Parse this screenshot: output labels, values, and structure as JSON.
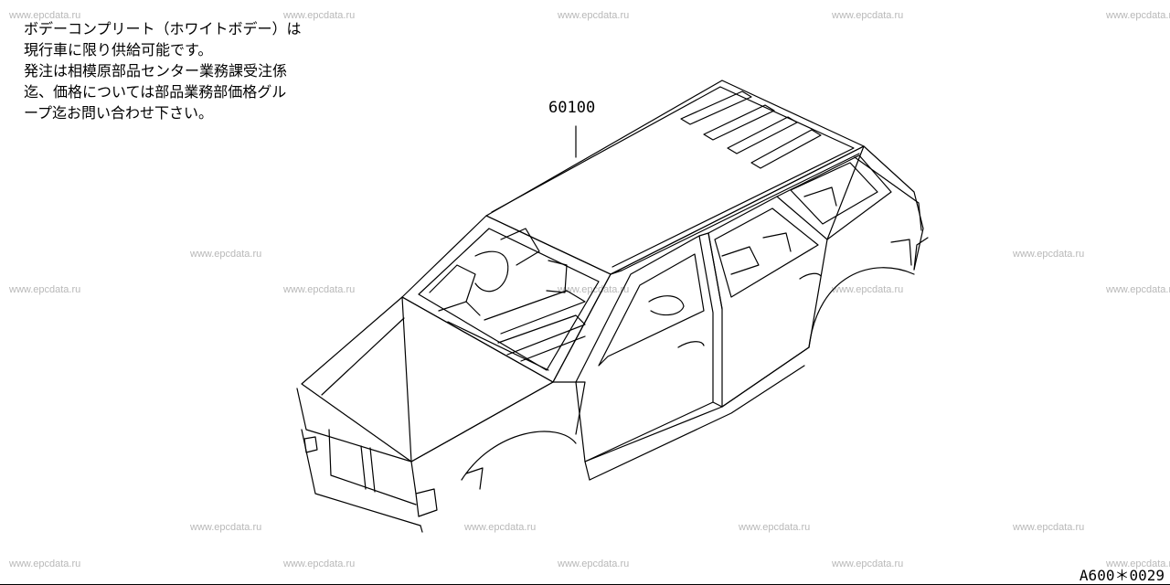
{
  "watermark_text": "www.epcdata.ru",
  "note_lines": [
    "ボデーコンプリート（ホワイトボデー）は",
    "現行車に限り供給可能です。",
    "発注は相模原部品センター業務課受注係",
    "迄、価格については部品業務部価格グル",
    "ープ迄お問い合わせ下さい。"
  ],
  "part_number": "60100",
  "diagram_id": "A600＊0029"
}
